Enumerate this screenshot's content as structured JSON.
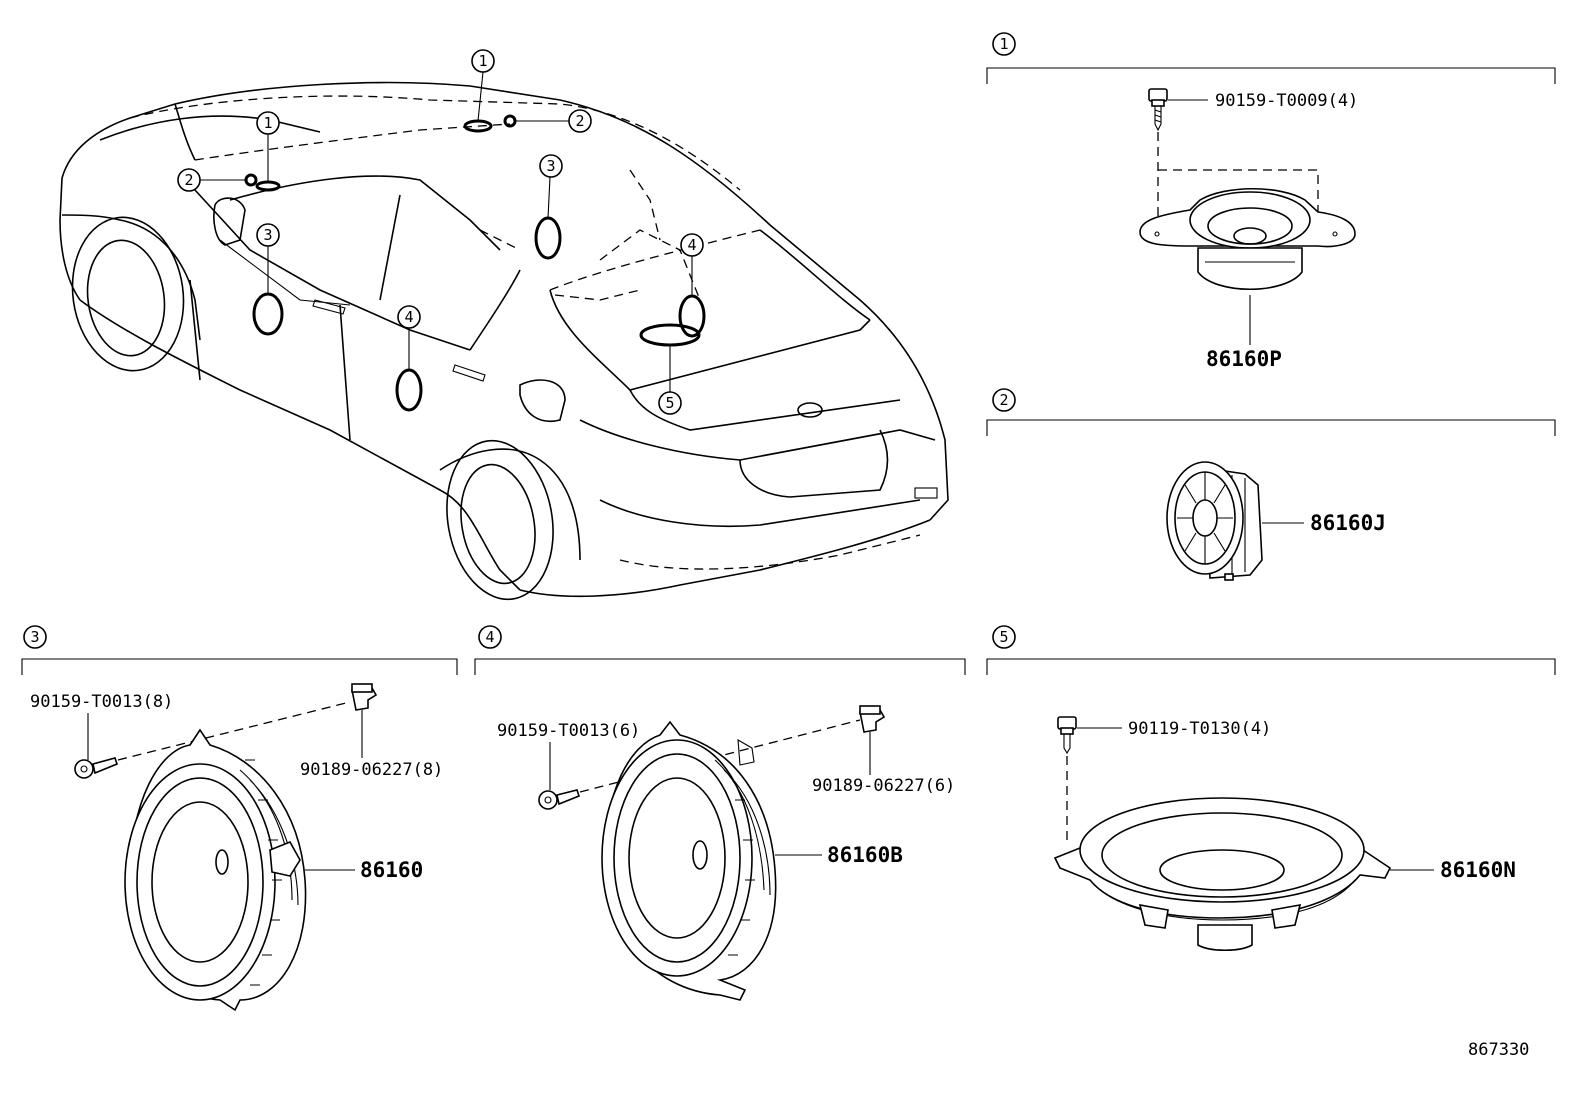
{
  "callouts": {
    "c1": "1",
    "c2": "2",
    "c3": "3",
    "c4": "4",
    "c5": "5"
  },
  "sections": {
    "s1": {
      "index": "1",
      "bolt_label": "90159-T0009(4)",
      "part_label": "86160P"
    },
    "s2": {
      "index": "2",
      "part_label": "86160J"
    },
    "s3": {
      "index": "3",
      "screw_label": "90159-T0013(8)",
      "clip_label": "90189-06227(8)",
      "part_label": "86160"
    },
    "s4": {
      "index": "4",
      "screw_label": "90159-T0013(6)",
      "clip_label": "90189-06227(6)",
      "part_label": "86160B"
    },
    "s5": {
      "index": "5",
      "bolt_label": "90119-T0130(4)",
      "part_label": "86160N"
    }
  },
  "diagram_id": "867330"
}
